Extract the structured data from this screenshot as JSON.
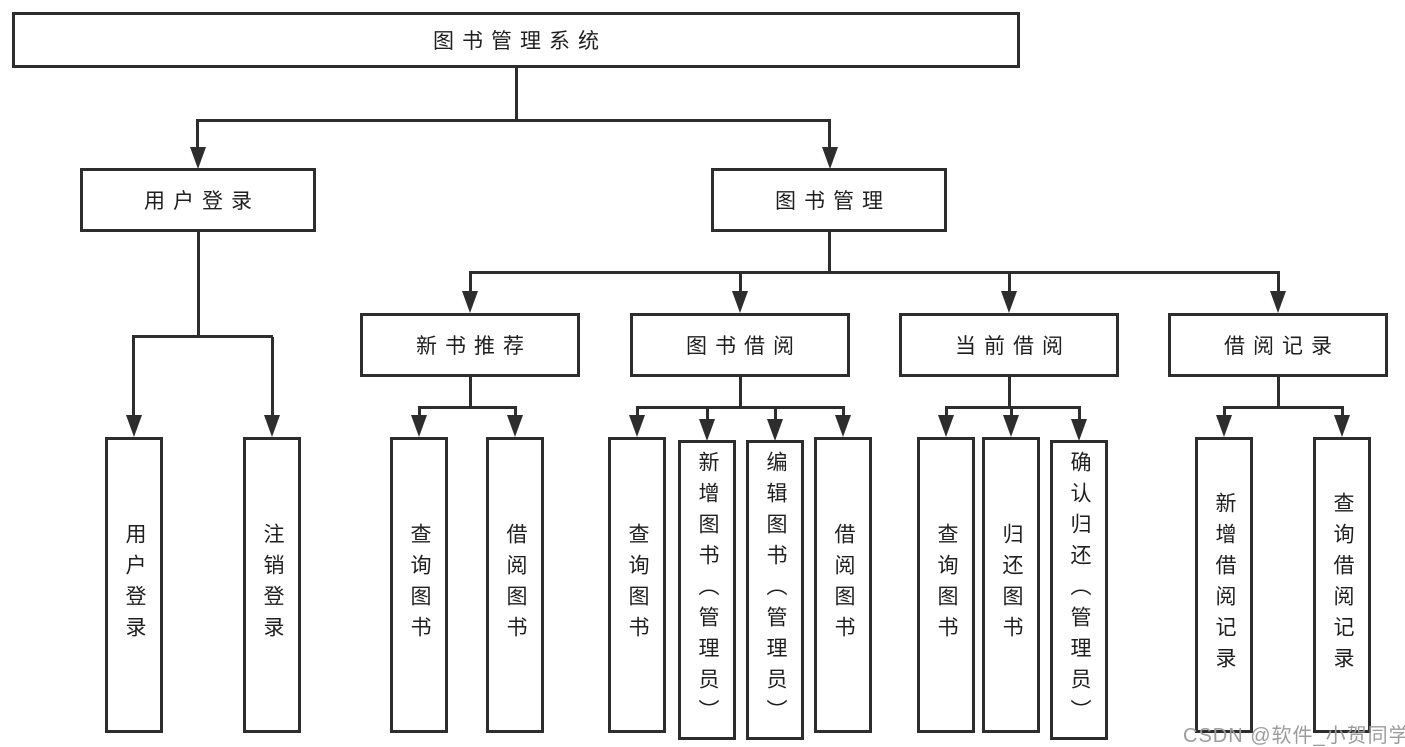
{
  "page": {
    "background": "#ffffff",
    "line_color": "#2d2d2d",
    "text_color": "#1f1f1f"
  },
  "tree": {
    "root": {
      "label": "图书管理系统"
    },
    "level2": [
      {
        "id": "user-login",
        "label": "用户登录",
        "parent": "图书管理系统"
      },
      {
        "id": "book-management",
        "label": "图书管理",
        "parent": "图书管理系统"
      }
    ],
    "level3": [
      {
        "id": "new-book-recommendation",
        "label": "新书推荐",
        "parent": "图书管理"
      },
      {
        "id": "book-borrowing",
        "label": "图书借阅",
        "parent": "图书管理"
      },
      {
        "id": "current-borrowing",
        "label": "当前借阅",
        "parent": "图书管理"
      },
      {
        "id": "borrowing-records",
        "label": "借阅记录",
        "parent": "图书管理"
      }
    ],
    "leaves": [
      {
        "label": "用户登录",
        "parent": "用户登录"
      },
      {
        "label": "注销登录",
        "parent": "用户登录"
      },
      {
        "label": "查询图书",
        "parent": "新书推荐"
      },
      {
        "label": "借阅图书",
        "parent": "新书推荐"
      },
      {
        "label": "查询图书",
        "parent": "图书借阅"
      },
      {
        "label": "新增图书（管理员）",
        "parent": "图书借阅"
      },
      {
        "label": "编辑图书（管理员）",
        "parent": "图书借阅"
      },
      {
        "label": "借阅图书",
        "parent": "图书借阅"
      },
      {
        "label": "查询图书",
        "parent": "当前借阅"
      },
      {
        "label": "归还图书",
        "parent": "当前借阅"
      },
      {
        "label": "确认归还（管理员）",
        "parent": "当前借阅"
      },
      {
        "label": "新增借阅记录",
        "parent": "借阅记录"
      },
      {
        "label": "查询借阅记录",
        "parent": "借阅记录"
      }
    ]
  },
  "watermark": {
    "text": "CSDN @软件_小贺同学",
    "color": "#9c9c9c"
  }
}
